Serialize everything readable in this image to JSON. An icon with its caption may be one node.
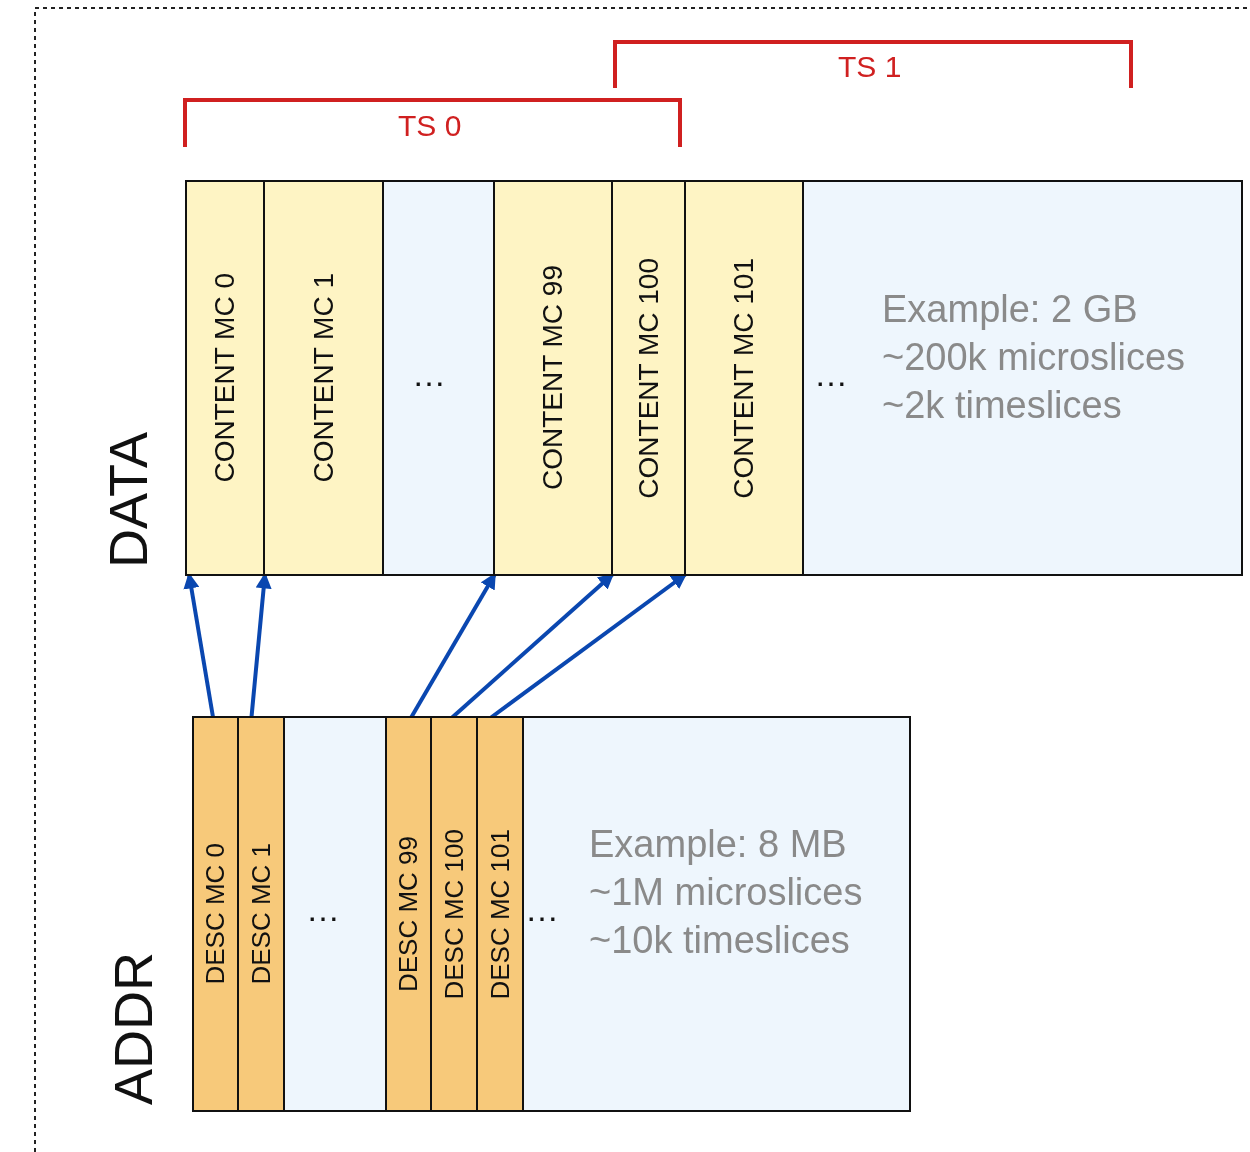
{
  "diagram": {
    "nodes": [
      {
        "text": [
          "DATA",
          "Example: 2 GB ~200k microslices ~2k timeslices"
        ]
      },
      {
        "text": [
          "CONTENT MC 0"
        ],
        "in": 0
      },
      {
        "text": [
          "CONTENT MC 1"
        ],
        "in": 0
      },
      {
        "text": [
          "CONTENT MC 99"
        ],
        "in": 0
      },
      {
        "text": [
          "CONTENT MC 100"
        ],
        "in": 0
      },
      {
        "text": [
          "CONTENT MC 101"
        ],
        "in": 0
      },
      {
        "text": [
          "ADDR",
          "Example: 8 MB ~1M microslices ~10k timeslices"
        ]
      },
      {
        "text": [
          "DESC MC 0"
        ],
        "in": 6
      },
      {
        "text": [
          "DESC MC 1"
        ],
        "in": 6
      },
      {
        "text": [
          "DESC MC 99"
        ],
        "in": 6
      },
      {
        "text": [
          "DESC MC 100"
        ],
        "in": 6
      },
      {
        "text": [
          "DESC MC 101"
        ],
        "in": 6
      }
    ],
    "edges": [
      {
        "from": 7,
        "to": 1,
        "arrow": "to"
      },
      {
        "from": 8,
        "to": 2,
        "arrow": "to"
      },
      {
        "from": 9,
        "to": 3,
        "arrow": "to"
      },
      {
        "from": 10,
        "to": 4,
        "arrow": "to"
      },
      {
        "from": 11,
        "to": 5,
        "arrow": "to"
      }
    ],
    "labels": [
      "TS 1",
      "TS 0",
      "…",
      "…",
      "…",
      "…"
    ]
  }
}
